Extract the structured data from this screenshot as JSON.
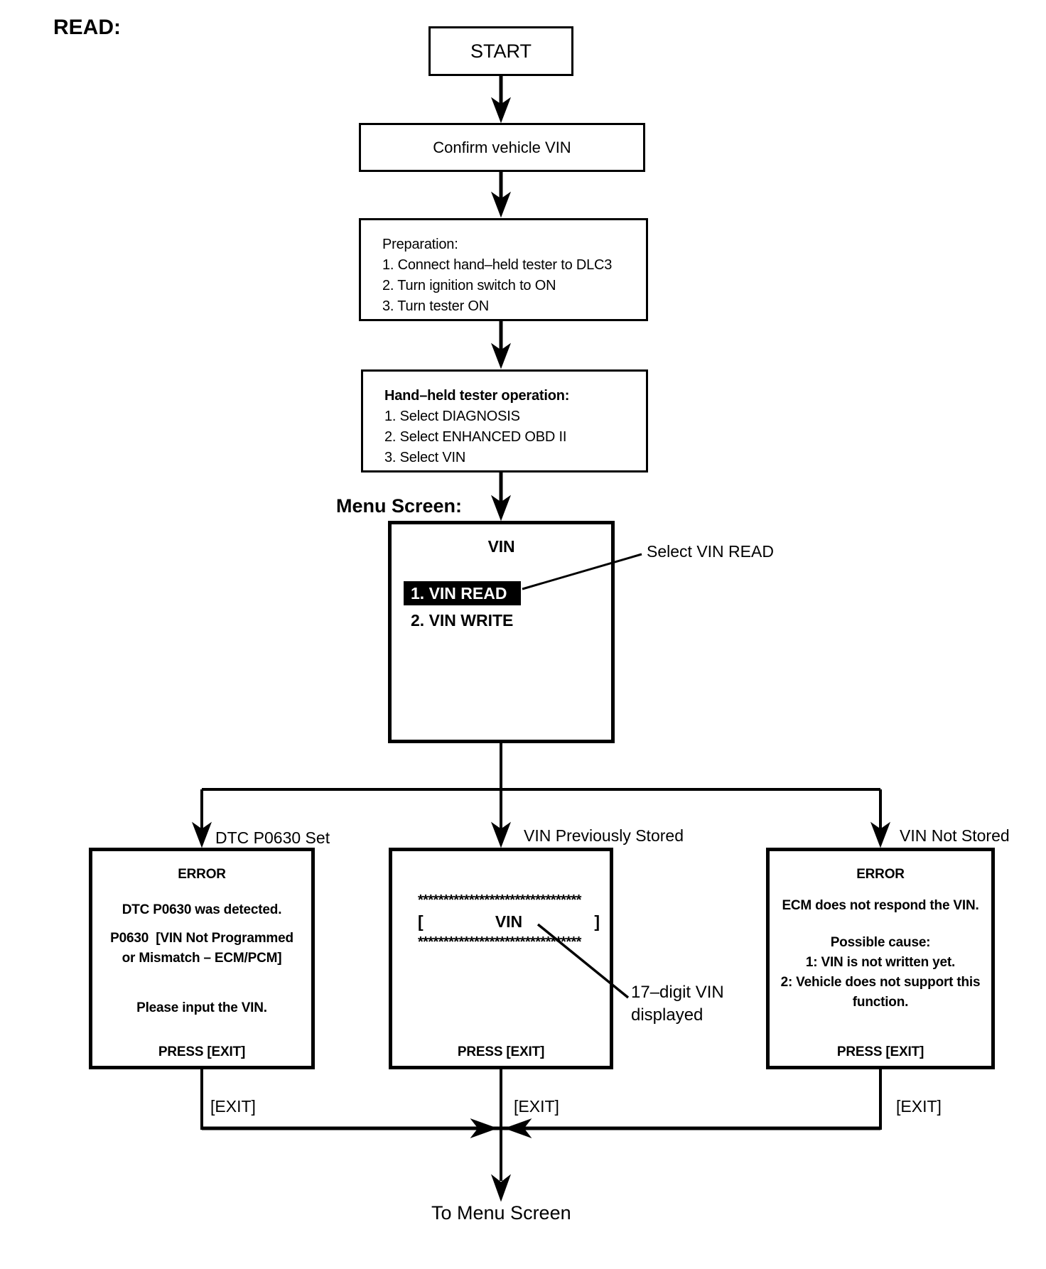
{
  "page": {
    "title": "READ:",
    "menu_screen_label": "Menu Screen:",
    "to_menu_screen": "To Menu Screen"
  },
  "nodes": {
    "start": "START",
    "confirm": "Confirm vehicle VIN",
    "preparation": {
      "title": "Preparation:",
      "steps": [
        "1. Connect hand–held tester to DLC3",
        "2. Turn ignition switch to ON",
        "3. Turn tester ON"
      ]
    },
    "tester_operation": {
      "title": "Hand–held tester operation:",
      "steps": [
        "1. Select DIAGNOSIS",
        "2. Select ENHANCED OBD II",
        "3. Select VIN"
      ]
    },
    "menu": {
      "title": "VIN",
      "selected_item": "1. VIN READ",
      "second_item": "2. VIN WRITE"
    }
  },
  "annotations": {
    "select_vin_read": "Select VIN READ",
    "vin_digits_line1": "17–digit VIN",
    "vin_digits_line2": "displayed"
  },
  "branches": {
    "left": {
      "label": "DTC P0630 Set",
      "title": "ERROR",
      "line1": "DTC P0630 was detected.",
      "line2a": "P0630  [VIN Not Programmed",
      "line2b": "or Mismatch – ECM/PCM]",
      "line3": "Please input the VIN.",
      "press": "PRESS [EXIT]",
      "exit_label": "[EXIT]"
    },
    "middle": {
      "label": "VIN Previously Stored",
      "stars": "********************************",
      "bracket_open": "[",
      "vin": "VIN",
      "bracket_close": "]",
      "press": "PRESS [EXIT]",
      "exit_label": "[EXIT]"
    },
    "right": {
      "label": "VIN Not Stored",
      "title": "ERROR",
      "line1": "ECM does not respond the VIN.",
      "cause_title": "Possible cause:",
      "cause1": "1: VIN is not written yet.",
      "cause2a": "2: Vehicle does not support this",
      "cause2b": "function.",
      "press": "PRESS [EXIT]",
      "exit_label": "[EXIT]"
    }
  },
  "colors": {
    "ink": "#000000",
    "background": "#ffffff",
    "highlight_bg": "#000000",
    "highlight_text": "#ffffff"
  }
}
